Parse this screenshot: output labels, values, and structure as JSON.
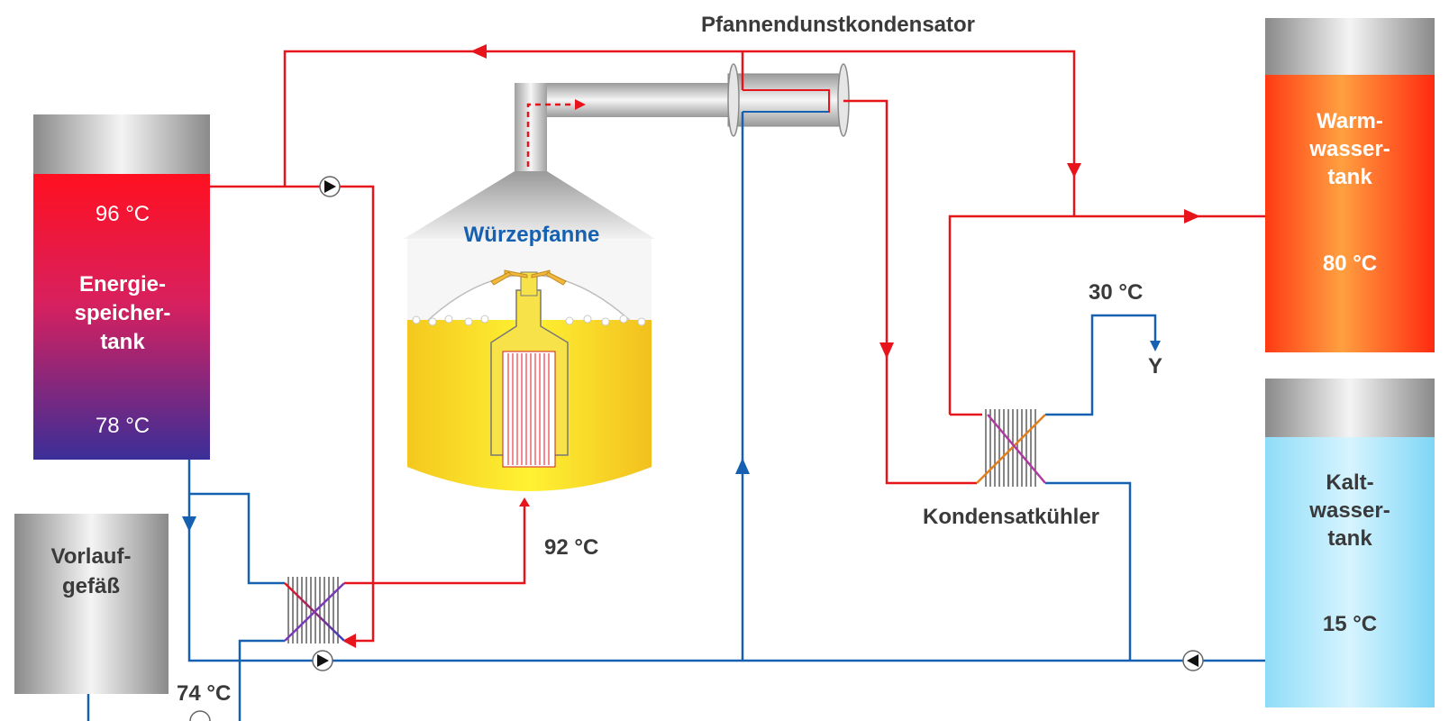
{
  "labels": {
    "condenser": "Pfannendunstkondensator",
    "kettle": "Würzepfanne",
    "energy_tank": [
      "Energie-",
      "speicher-",
      "tank"
    ],
    "energy_top_temp": "96 °C",
    "energy_bottom_temp": "78 °C",
    "pre_vessel": [
      "Vorlauf-",
      "gefäß"
    ],
    "pre_vessel_temp": "74 °C",
    "kettle_temp": "92 °C",
    "condensate_cooler": "Kondensatkühler",
    "outlet_temp": "30 °C",
    "outlet": "Y",
    "hot_tank": [
      "Warm-",
      "wasser-",
      "tank"
    ],
    "hot_tank_temp": "80 °C",
    "cold_tank": [
      "Kalt-",
      "wasser-",
      "tank"
    ],
    "cold_tank_temp": "15 °C"
  },
  "colors": {
    "hot_line": "#e8141c",
    "cold_line": "#1560b0",
    "label_text": "#3a3a3a",
    "kettle_title": "#1560b0"
  }
}
